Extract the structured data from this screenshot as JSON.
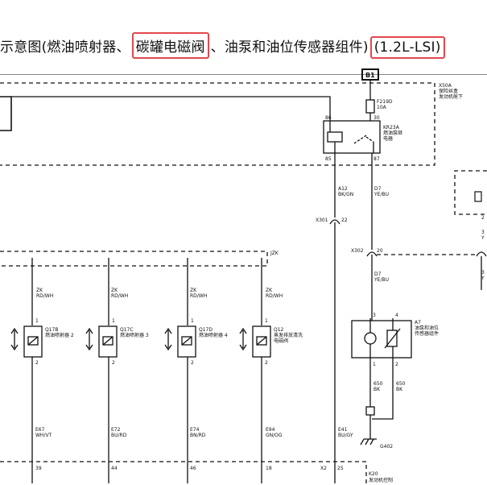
{
  "title": {
    "prefix": "示意图(燃油喷射器",
    "sep1": "、",
    "highlight1": "碳罐电磁阀",
    "middle": "、油泵和油位传感器组件)",
    "highlight2": "(1.2L-LSI)"
  },
  "labels": {
    "b1": "B1",
    "x50a": "X50A",
    "x50a_desc1": "保险丝盒",
    "x50a_desc2": "发动机舱下",
    "f219d": "F219D",
    "f219d_amp": "10A",
    "kr23a": "KR23A",
    "kr23a_desc1": "燃油泵继",
    "kr23a_desc2": "电器",
    "pin86": "86",
    "pin30": "30",
    "pin85": "85",
    "pin87": "87",
    "a12": "A12",
    "a12_color": "BK/GN",
    "d7_top": "D7",
    "d7_top_color": "YE/BU",
    "x301": "X301",
    "x301_pin": "22",
    "x302": "X302",
    "x302_pin": "20",
    "jzk": "JZK",
    "d7": "D7",
    "d7_color": "YE/BU",
    "zk": "ZK",
    "zk_color": "RD/WH",
    "q17b": "Q17B",
    "q17b_desc": "燃油喷射器 2",
    "q17c": "Q17C",
    "q17c_desc": "燃油喷射器 3",
    "q17d": "Q17D",
    "q17d_desc": "燃油喷射器 4",
    "q12": "Q12",
    "q12_desc1": "蒸发排放清洗",
    "q12_desc2": "电磁阀",
    "a7": "A7",
    "a7_desc1": "油泵和油位",
    "a7_desc2": "传感器组件",
    "pin3": "3",
    "pin4": "4",
    "pin1": "1",
    "pin2": "2",
    "w650a": "650",
    "w650a_color": "BK",
    "w650b": "650",
    "w650b_color": "BK",
    "g402": "G402",
    "e67": "E67",
    "e67_color": "WH/VT",
    "e72": "E72",
    "e72_color": "BU/RD",
    "e74": "E74",
    "e74_color": "BN/RD",
    "e94": "E94",
    "e94_color": "GN/OG",
    "e41": "E41",
    "e41_color": "BU/GY",
    "x2": "X2",
    "x2_pin": "25",
    "k20": "K20",
    "k20_desc": "发动机控制",
    "b39": "39",
    "b44": "44",
    "b46": "46",
    "b18": "18",
    "right_a": "2",
    "right_b": "3",
    "right_c": "Y",
    "right_d": "3",
    "right_e": "Y"
  },
  "colors": {
    "highlight": "#e0484e",
    "line": "#111111"
  }
}
